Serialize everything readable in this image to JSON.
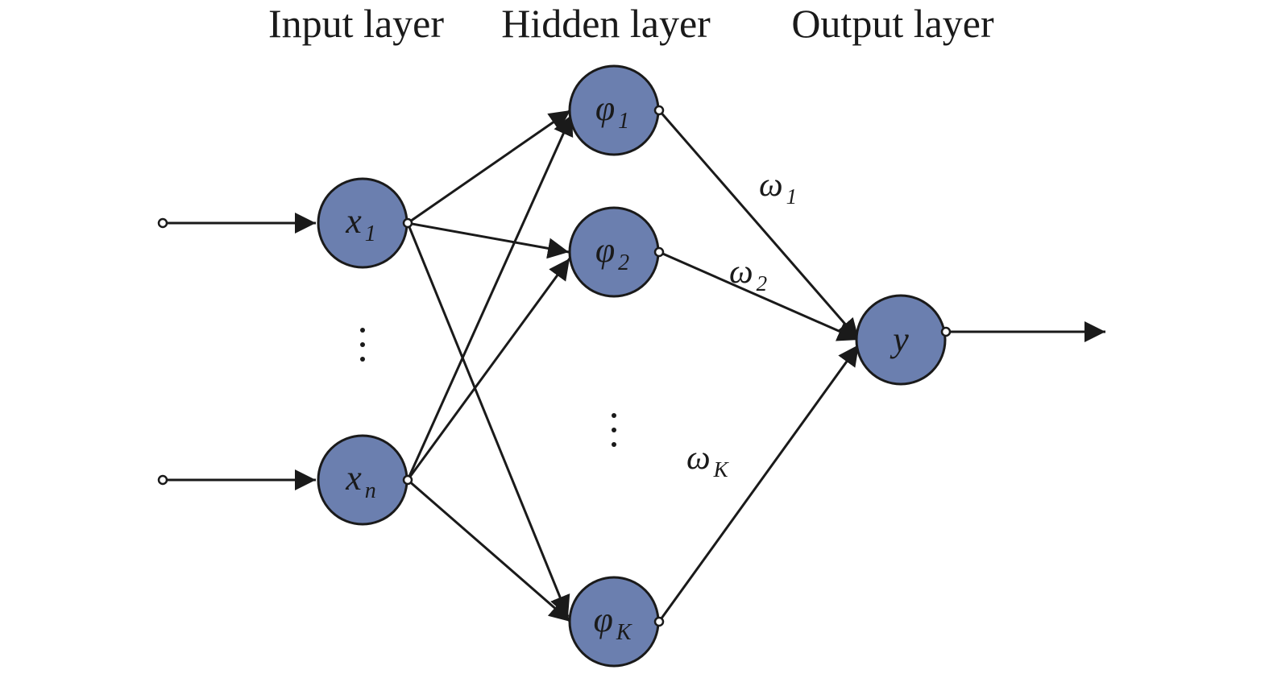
{
  "layers": {
    "input": "Input layer",
    "hidden": "Hidden layer",
    "output": "Output layer"
  },
  "nodes": {
    "x1": {
      "symbol": "x",
      "sub": "1"
    },
    "xn": {
      "symbol": "x",
      "sub": "n"
    },
    "phi1": {
      "symbol": "φ",
      "sub": "1"
    },
    "phi2": {
      "symbol": "φ",
      "sub": "2"
    },
    "phiK": {
      "symbol": "φ",
      "sub": "K"
    },
    "y": {
      "symbol": "y"
    }
  },
  "weights": {
    "w1": {
      "symbol": "ω",
      "sub": "1"
    },
    "w2": {
      "symbol": "ω",
      "sub": "2"
    },
    "wK": {
      "symbol": "ω",
      "sub": "K"
    }
  },
  "colors": {
    "node_fill": "#6b7faf",
    "line": "#1a1a1a"
  }
}
